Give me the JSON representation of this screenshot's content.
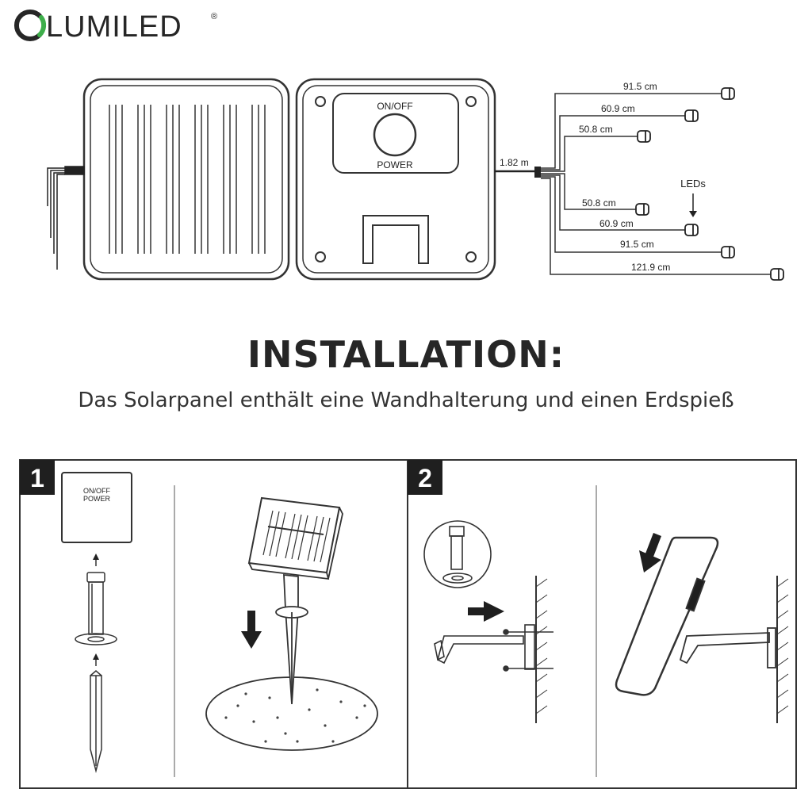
{
  "brand": {
    "logo_text": "LUMILED",
    "registered_mark": "®",
    "accent_color": "#3dae4a"
  },
  "diagram": {
    "switch_label_top": "ON/OFF",
    "switch_label_bottom": "POWER",
    "cable_length": "1.82 m",
    "leds_label": "LEDs",
    "wire_lengths": [
      "91.5 cm",
      "60.9 cm",
      "50.8 cm",
      "50.8 cm",
      "60.9 cm",
      "91.5 cm",
      "121.9 cm"
    ]
  },
  "installation": {
    "title": "INSTALLATION:",
    "subtitle": "Das Solarpanel enthält eine Wandhalterung und einen Erdspieß"
  },
  "steps": {
    "step1_number": "1",
    "step1_box_top": "ON/OFF",
    "step1_box_bottom": "POWER",
    "step2_number": "2"
  }
}
